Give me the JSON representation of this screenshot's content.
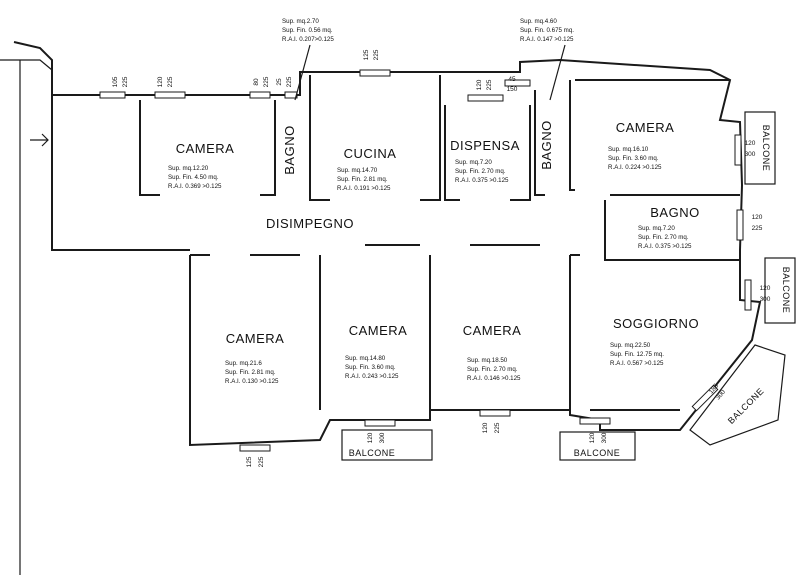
{
  "rooms": [
    {
      "id": "camera-1",
      "name": "CAMERA",
      "stats": [
        "Sup. mq.12.20",
        "Sup. Fin. 4.50 mq.",
        "R.A.I. 0.369 >0.125"
      ]
    },
    {
      "id": "bagno-1",
      "name": "BAGNO",
      "stats": []
    },
    {
      "id": "cucina",
      "name": "CUCINA",
      "stats": [
        "Sup. mq.14.70",
        "Sup. Fin. 2.81 mq.",
        "R.A.I. 0.191 >0.125"
      ]
    },
    {
      "id": "dispensa",
      "name": "DISPENSA",
      "stats": [
        "Sup. mq.7.20",
        "Sup. Fin. 2.70 mq.",
        "R.A.I. 0.375 >0.125"
      ]
    },
    {
      "id": "bagno-2",
      "name": "BAGNO",
      "stats": []
    },
    {
      "id": "camera-2",
      "name": "CAMERA",
      "stats": [
        "Sup. mq.16.10",
        "Sup. Fin. 3.60 mq.",
        "R.A.I. 0.224 >0.125"
      ]
    },
    {
      "id": "bagno-3",
      "name": "BAGNO",
      "stats": [
        "Sup. mq.7.20",
        "Sup. Fin. 2.70 mq.",
        "R.A.I. 0.375 >0.125"
      ]
    },
    {
      "id": "disimpegno",
      "name": "DISIMPEGNO",
      "stats": []
    },
    {
      "id": "camera-3",
      "name": "CAMERA",
      "stats": [
        "Sup. mq.21.6",
        "Sup. Fin. 2.81 mq.",
        "R.A.I. 0.130 >0.125"
      ]
    },
    {
      "id": "camera-4",
      "name": "CAMERA",
      "stats": [
        "Sup. mq.14.80",
        "Sup. Fin. 3.60 mq.",
        "R.A.I. 0.243 >0.125"
      ]
    },
    {
      "id": "camera-5",
      "name": "CAMERA",
      "stats": [
        "Sup. mq.18.50",
        "Sup. Fin. 2.70 mq.",
        "R.A.I. 0.146 >0.125"
      ]
    },
    {
      "id": "soggiorno",
      "name": "SOGGIORNO",
      "stats": [
        "Sup. mq.22.50",
        "Sup. Fin. 12.75 mq.",
        "R.A.I. 0.567 >0.125"
      ]
    }
  ],
  "notes": {
    "bagno1": [
      "Sup. mq.2.70",
      "Sup. Fin. 0.56 mq.",
      "R.A.I. 0.207>0.125"
    ],
    "bagno2": [
      "Sup. mq.4.60",
      "Sup. Fin. 0.675 mq.",
      "R.A.I. 0.147 >0.125"
    ]
  },
  "balconies": [
    "BALCONE",
    "BALCONE",
    "BALCONE",
    "BALCONE",
    "BALCONE"
  ],
  "dimensions": {
    "d1": [
      "105",
      "225"
    ],
    "d2": [
      "120",
      "225"
    ],
    "d3": [
      "80",
      "225"
    ],
    "d4": [
      "25",
      "225"
    ],
    "d5": [
      "125",
      "225"
    ],
    "d6": [
      "120",
      "225"
    ],
    "d7": [
      "45",
      "150"
    ],
    "d8": [
      "120",
      "300"
    ],
    "d9": [
      "120",
      "225"
    ],
    "d10": [
      "120",
      "300"
    ],
    "d11": [
      "185",
      "300"
    ],
    "d12": [
      "125",
      "225"
    ],
    "d13": [
      "120",
      "300"
    ],
    "d14": [
      "120",
      "225"
    ],
    "d15": [
      "120",
      "300"
    ]
  }
}
